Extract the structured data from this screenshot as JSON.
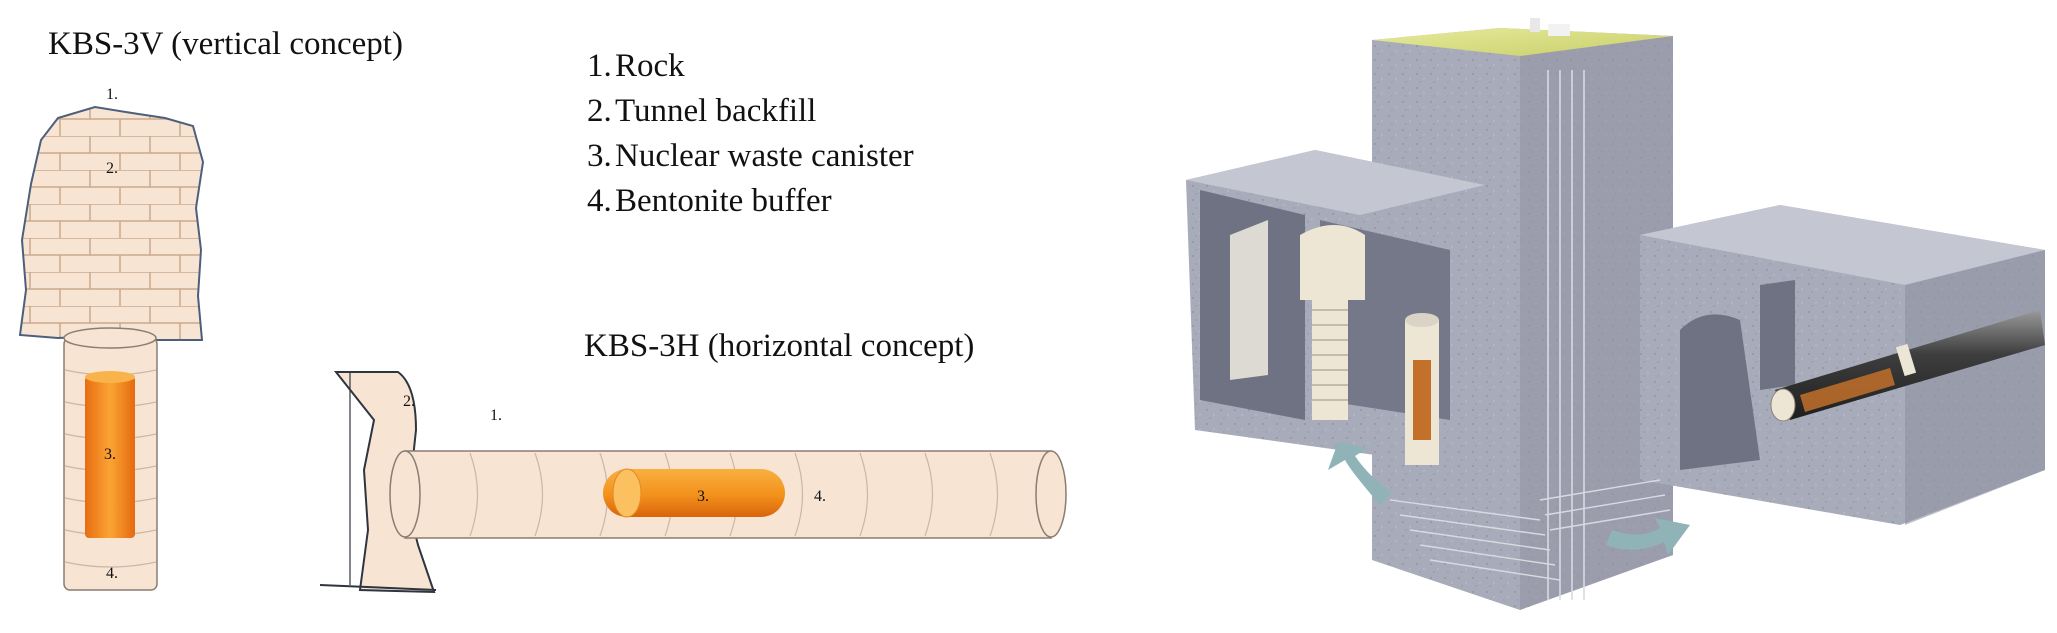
{
  "colors": {
    "rock_fill": "#f8e4d2",
    "canister": "#f39a2c",
    "concrete": "#a9abb8",
    "arrow": "#8fb3b7"
  },
  "vertical": {
    "title": "KBS-3V (vertical concept)",
    "labels": {
      "rock": "1.",
      "backfill": "2.",
      "canister": "3.",
      "buffer": "4."
    }
  },
  "horizontal": {
    "title": "KBS-3H (horizontal concept)",
    "labels": {
      "backfill": "2.",
      "rock": "1.",
      "canister": "3.",
      "buffer": "4."
    }
  },
  "legend": {
    "items": [
      {
        "num": "1.",
        "label": "Rock"
      },
      {
        "num": "2.",
        "label": "Tunnel backfill"
      },
      {
        "num": "3.",
        "label": "Nuclear waste canister"
      },
      {
        "num": "4.",
        "label": "Bentonite buffer"
      }
    ]
  },
  "illustration": {
    "icon": "repository-cutaway-illustration"
  }
}
